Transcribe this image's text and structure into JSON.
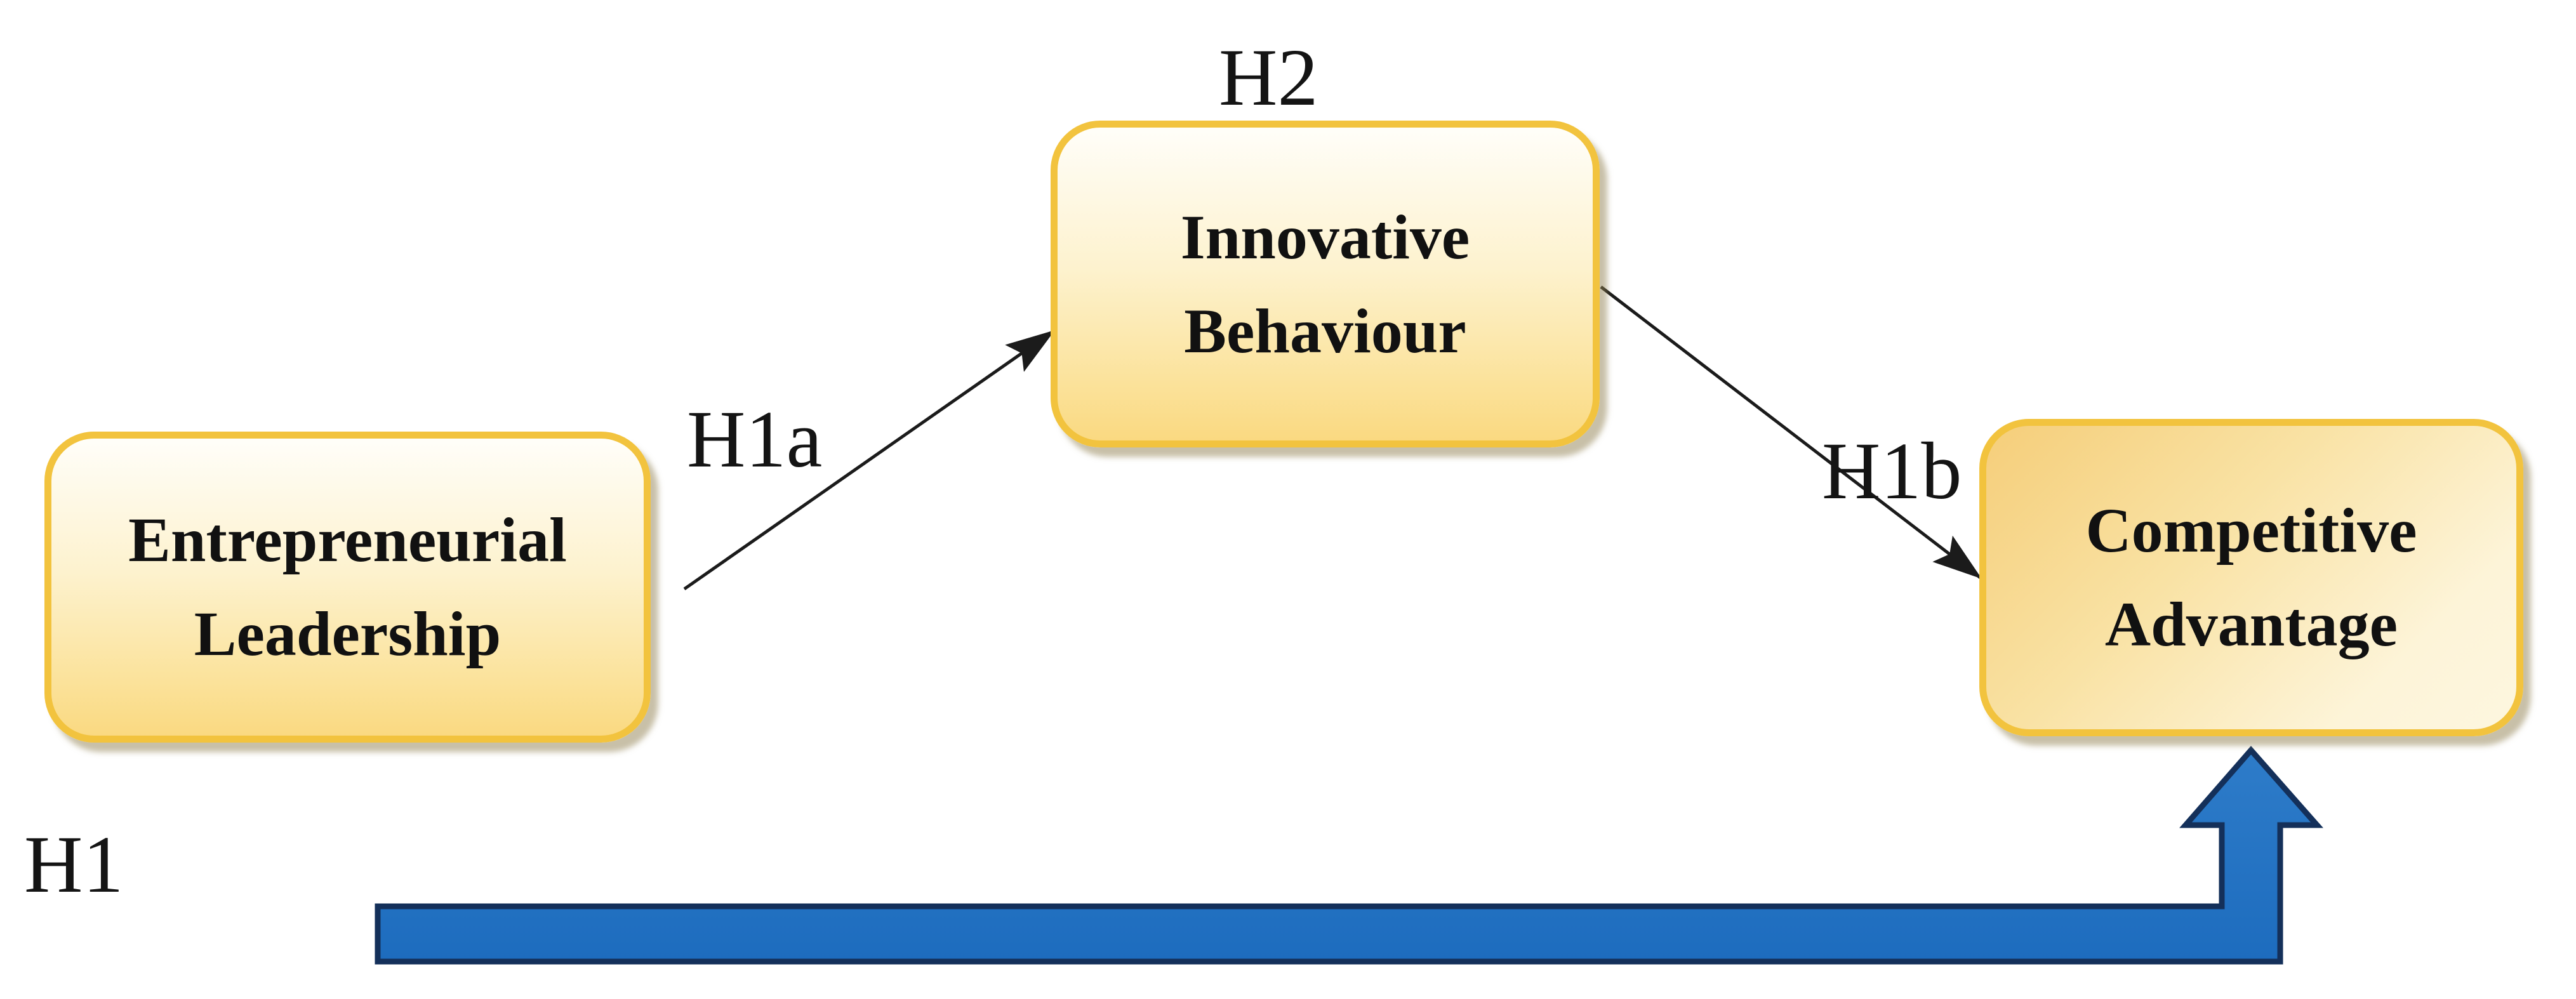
{
  "figure": {
    "type": "hypothesis-path-diagram",
    "background": "#FFFFFF",
    "nodes": [
      {
        "id": "entrepreneurial-leadership",
        "label": "Entrepreneurial Leadership"
      },
      {
        "id": "innovative-behaviour",
        "label": "Innovative Behaviour"
      },
      {
        "id": "competitive-advantage",
        "label": "Competitive Advantage"
      }
    ],
    "labels": {
      "h1": "H1",
      "h1a": "H1a",
      "h1b": "H1b",
      "h2": "H2"
    },
    "edges": [
      {
        "from": "entrepreneurial-leadership",
        "to": "innovative-behaviour",
        "label": "H1a",
        "style": "thin-black-arrow"
      },
      {
        "from": "innovative-behaviour",
        "to": "competitive-advantage",
        "label": "H1b",
        "style": "thin-black-arrow"
      },
      {
        "from": "entrepreneurial-leadership",
        "to": "competitive-advantage",
        "label": "H1",
        "style": "thick-blue-elbow-arrow"
      }
    ],
    "colors": {
      "node_border": "#F2C33E",
      "node_fill_top": "#FFFEF9",
      "node_fill_bottom": "#FAD981",
      "right_node_fill_start": "#F5CE7A",
      "right_node_fill_end": "#FDF6DF",
      "edge_black": "#1B1B1B",
      "edge_blue_fill": "#2173C4",
      "edge_blue_stroke": "#14305A",
      "text": "#111111"
    }
  }
}
